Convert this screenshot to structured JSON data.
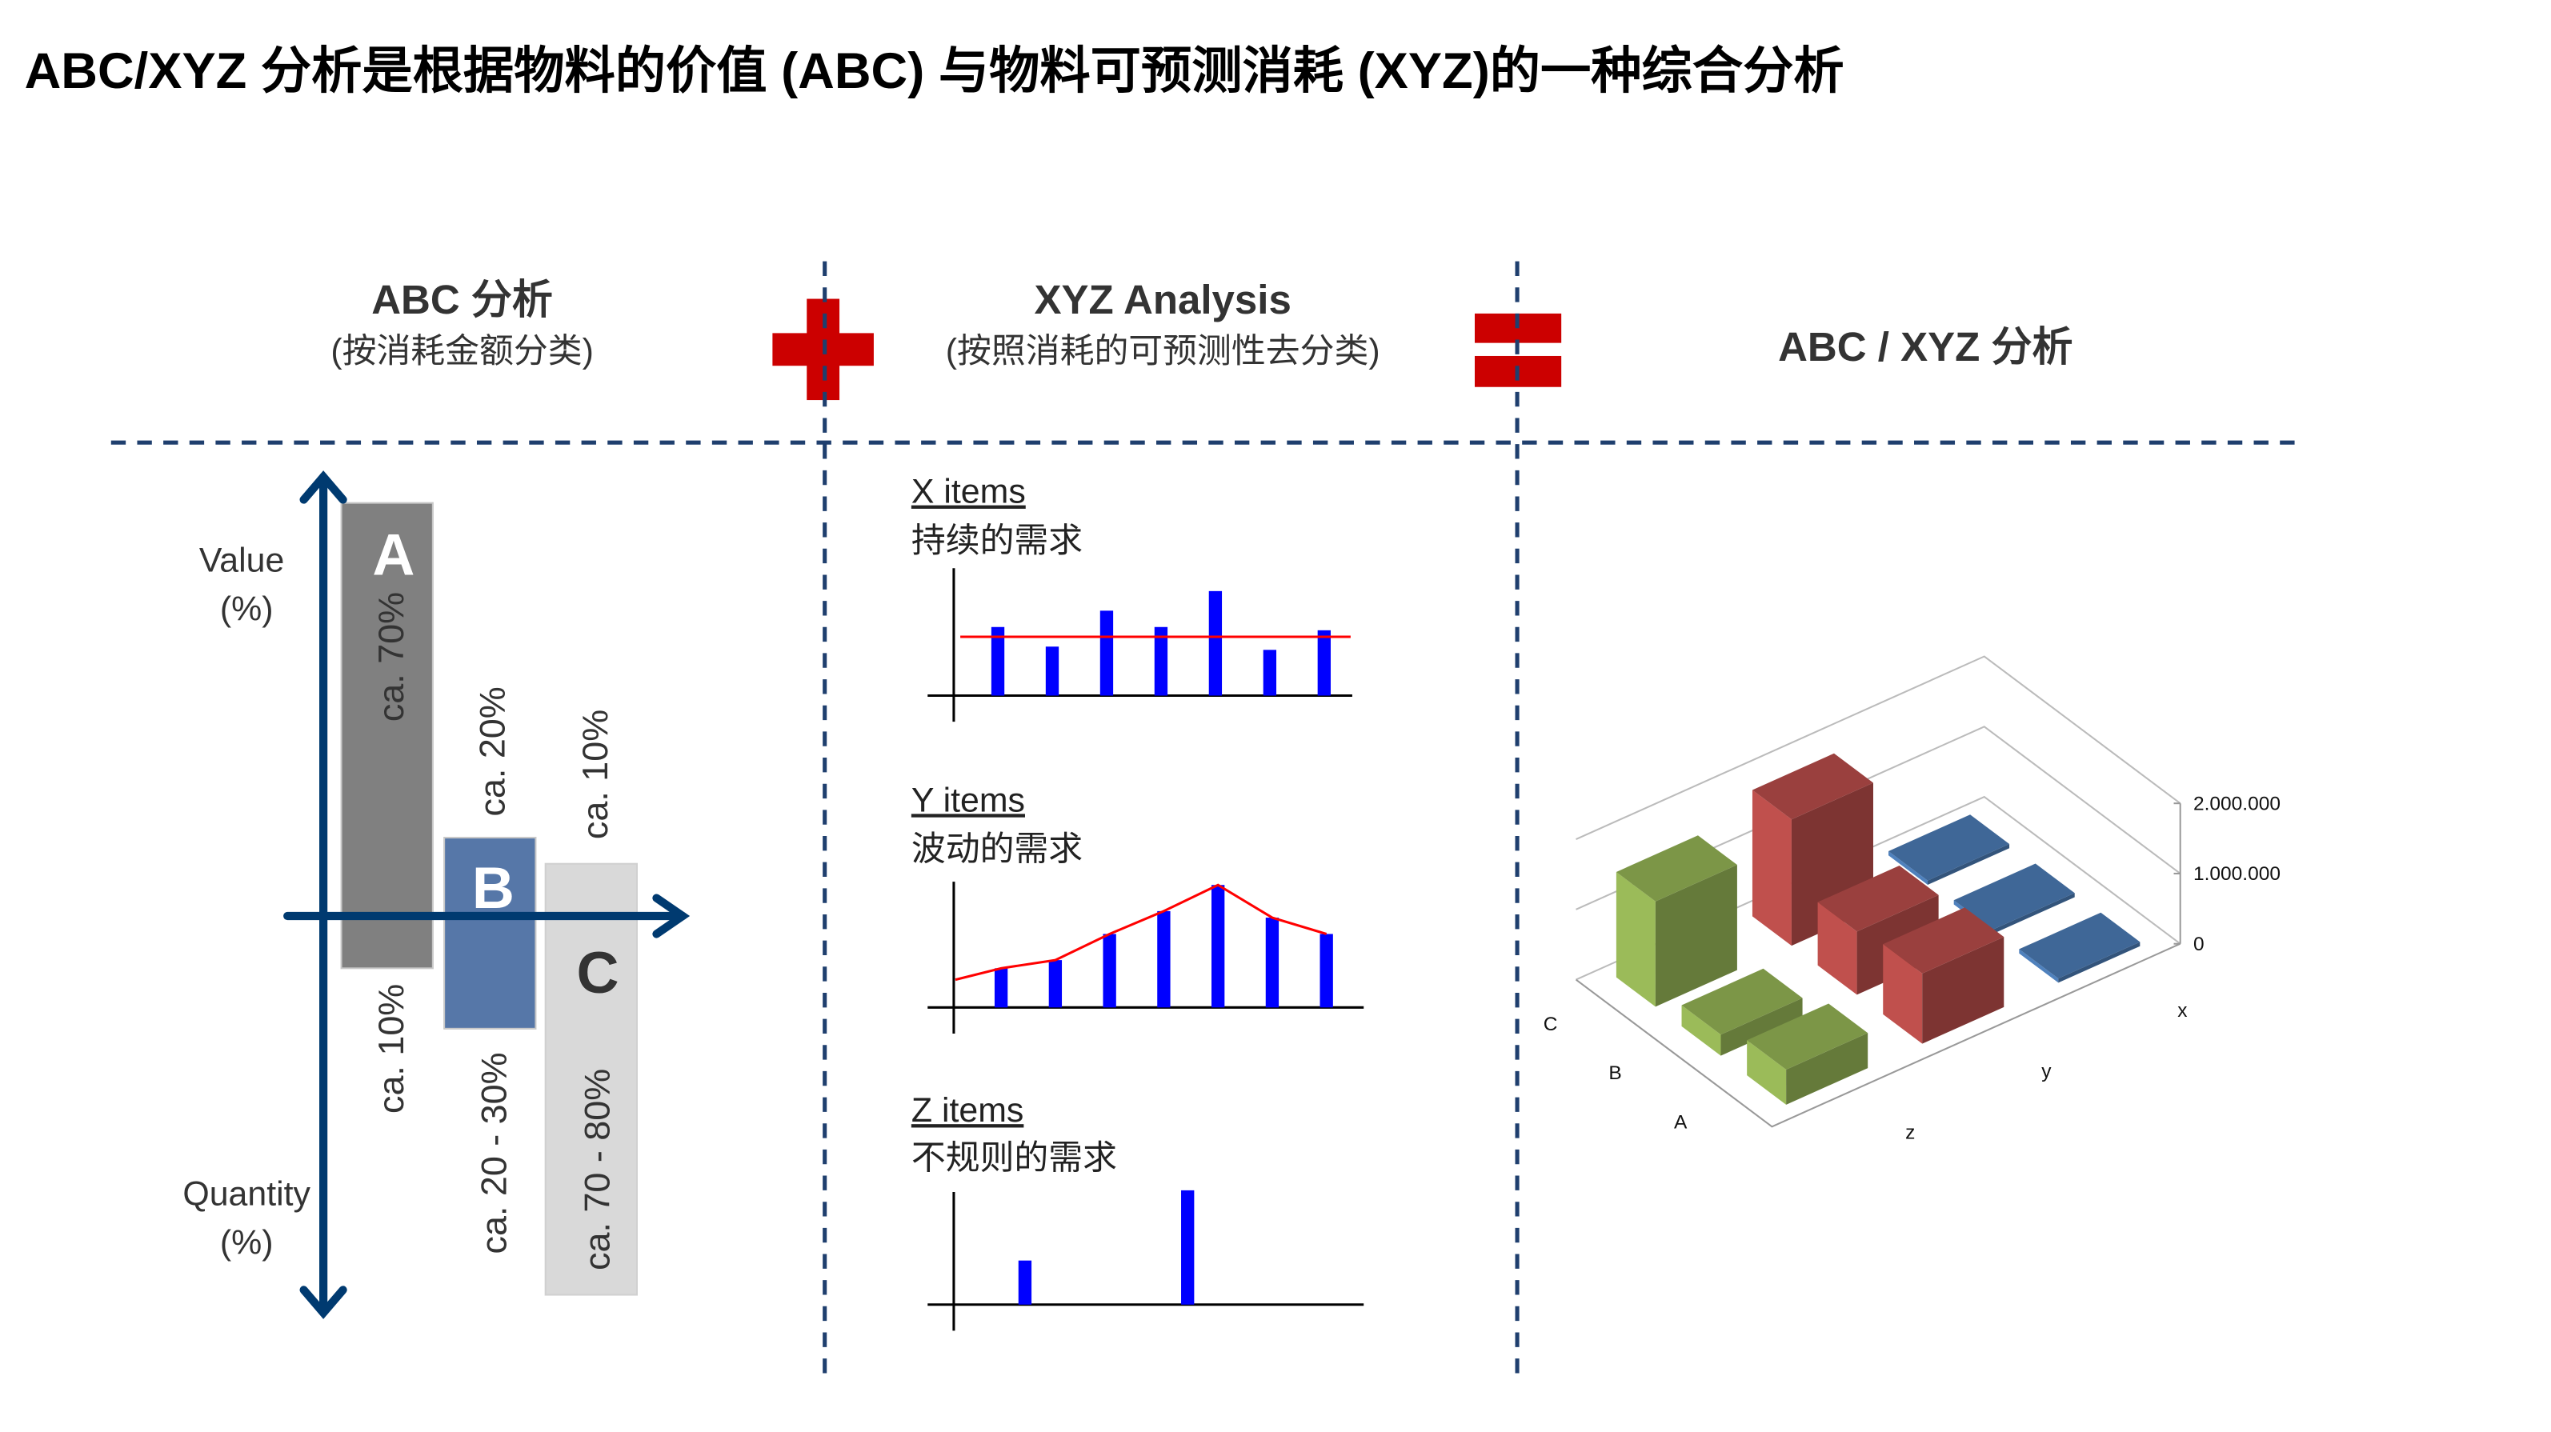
{
  "title": "ABC/XYZ 分析是根据物料的价值 (ABC) 与物料可预测消耗 (XYZ)的一种综合分析",
  "abc": {
    "heading": "ABC 分析",
    "subheading": "(按消耗金额分类)",
    "value_axis": [
      "Value",
      "(%)"
    ],
    "quantity_axis": [
      "Quantity",
      "(%)"
    ],
    "classes": [
      {
        "letter": "A",
        "value_share": "ca. 70%",
        "quantity_share": "ca. 10%",
        "color": "#808080"
      },
      {
        "letter": "B",
        "value_share": "ca. 20%",
        "quantity_share": "ca. 20 - 30%",
        "color": "#5677a8"
      },
      {
        "letter": "C",
        "value_share": "ca. 10%",
        "quantity_share": "ca. 70 - 80%",
        "color": "#d9d9d9"
      }
    ]
  },
  "xyz": {
    "heading": "XYZ Analysis",
    "subheading": "(按照消耗的可预测性去分类)",
    "items": [
      {
        "name": "X items",
        "desc": "持续的需求"
      },
      {
        "name": "Y items",
        "desc": "波动的需求"
      },
      {
        "name": "Z items",
        "desc": "不规则的需求"
      }
    ]
  },
  "combined": {
    "heading": "ABC / XYZ 分析"
  },
  "colors": {
    "accent_red": "#cc0000",
    "axis_blue": "#003a70",
    "bar_blue": "#0000ff",
    "trend_red": "#ff0000"
  },
  "chart_data": [
    {
      "type": "bar",
      "title": "X items",
      "values": [
        42,
        30,
        52,
        42,
        64,
        28,
        40
      ],
      "mean_line": 36
    },
    {
      "type": "bar",
      "title": "Y items",
      "values": [
        24,
        29,
        45,
        59,
        75,
        55,
        45
      ],
      "trend_line": true
    },
    {
      "type": "bar",
      "title": "Z items",
      "points": [
        {
          "slot": 0.5,
          "value": 27
        },
        {
          "slot": 3.5,
          "value": 70
        }
      ]
    },
    {
      "type": "bar3d",
      "title": "ABC / XYZ 分析",
      "categories": [
        "z",
        "y",
        "x"
      ],
      "series_axis": [
        "A",
        "B",
        "C"
      ],
      "z_ticks": [
        "0",
        "1.000.000",
        "2.000.000"
      ],
      "zlim": [
        0,
        2000000
      ],
      "series": [
        {
          "category": "z",
          "color": "#9bbb59",
          "values": {
            "A": 500000,
            "B": 300000,
            "C": 1500000
          }
        },
        {
          "category": "y",
          "color": "#c0504d",
          "values": {
            "A": 1000000,
            "B": 900000,
            "C": 1800000
          }
        },
        {
          "category": "x",
          "color": "#4f81bd",
          "values": {
            "A": 60000,
            "B": 60000,
            "C": 60000
          }
        }
      ]
    }
  ]
}
